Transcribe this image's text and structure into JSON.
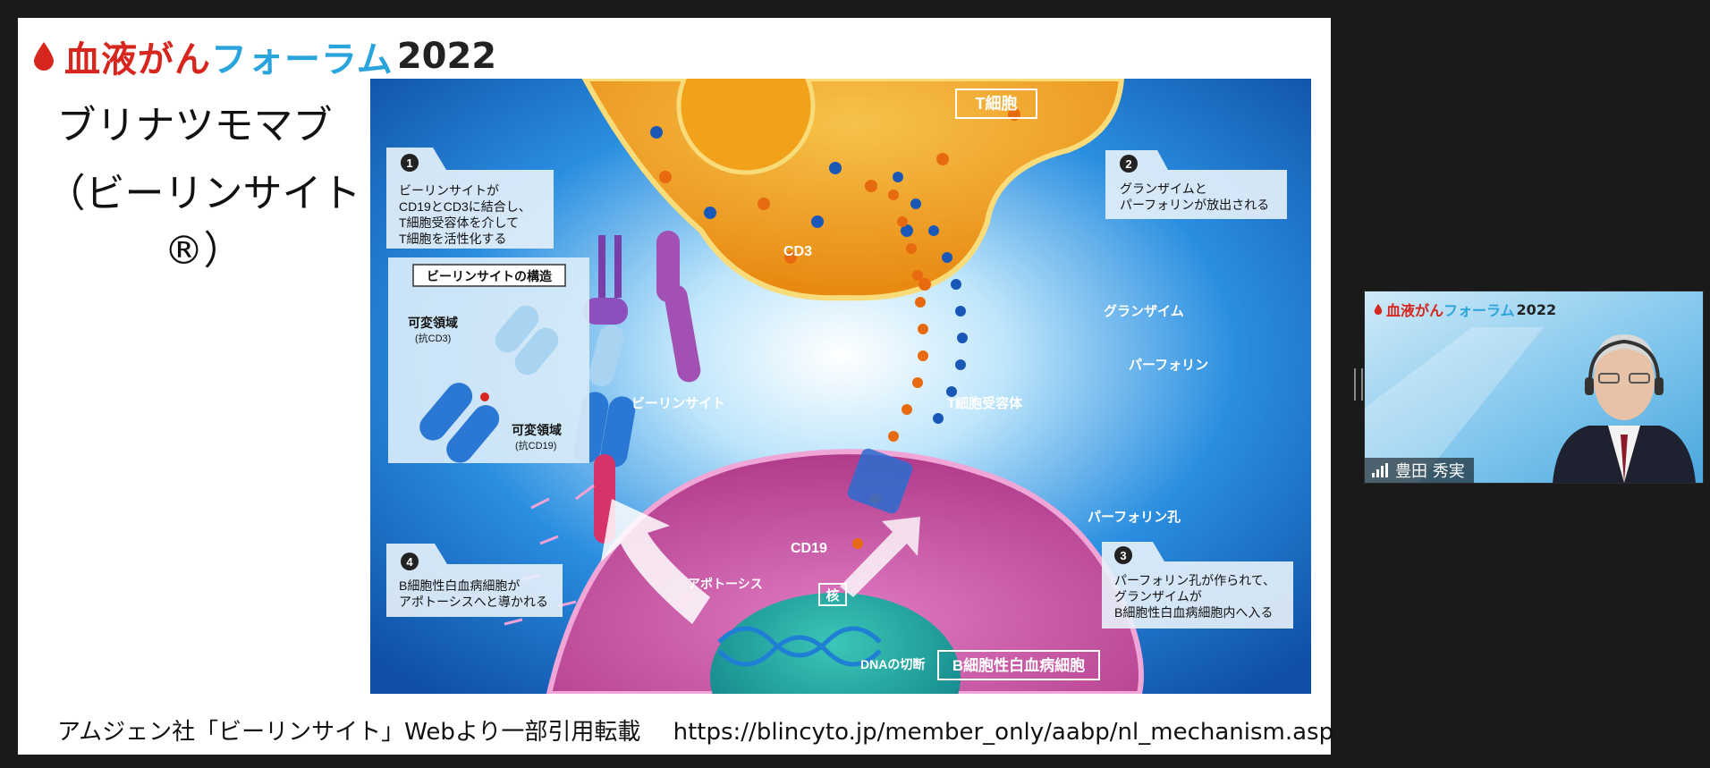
{
  "slide": {
    "logo": {
      "red": "血液がん",
      "blue": "フォーラム",
      "year": "2022"
    },
    "drug_name": "ブリナツモマブ",
    "drug_brand": "（ビーリンサイト®）",
    "credit_text": "アムジェン社「ビーリンサイト」Webより一部引用転載",
    "credit_url": "https://blincyto.jp/member_only/aabp/nl_mechanism.asp"
  },
  "figure": {
    "t_cell": "T細胞",
    "b_cell": "B細胞性白血病細胞",
    "nucleus": "核",
    "dna_cut": "DNAの切断",
    "apoptosis": "アポトーシス",
    "cd3": "CD3",
    "cd19": "CD19",
    "blincyto": "ビーリンサイト",
    "tcr": "T細胞受容体",
    "granzyme": "グランザイム",
    "perforin": "パーフォリン",
    "perforin_pore": "パーフォリン孔",
    "structure_title": "ビーリンサイトの構造",
    "variable_region_1": "可変領域",
    "variable_region_1_sub": "(抗CD3)",
    "variable_region_2": "可変領域",
    "variable_region_2_sub": "(抗CD19)",
    "step1_num": "1",
    "step1_lines": [
      "ビーリンサイトが",
      "CD19とCD3に結合し、",
      "T細胞受容体を介して",
      "T細胞を活性化する"
    ],
    "step2_num": "2",
    "step2_lines": [
      "グランザイムと",
      "パーフォリンが放出される"
    ],
    "step3_num": "3",
    "step3_lines": [
      "パーフォリン孔が作られて、",
      "グランザイムが",
      "B細胞性白血病細胞内へ入る"
    ],
    "step4_num": "4",
    "step4_lines": [
      "B細胞性白血病細胞が",
      "アポトーシスへと導かれる"
    ]
  },
  "participant": {
    "name": "豊田 秀実",
    "logo": {
      "red": "血液がん",
      "blue": "フォーラム",
      "year": "2022"
    }
  },
  "colors": {
    "brand_red": "#d6261e",
    "brand_blue": "#2aa4dc",
    "figure_bg": "#1d6fc8",
    "t_cell": "#f2a41c",
    "b_cell": "#c2449a"
  }
}
